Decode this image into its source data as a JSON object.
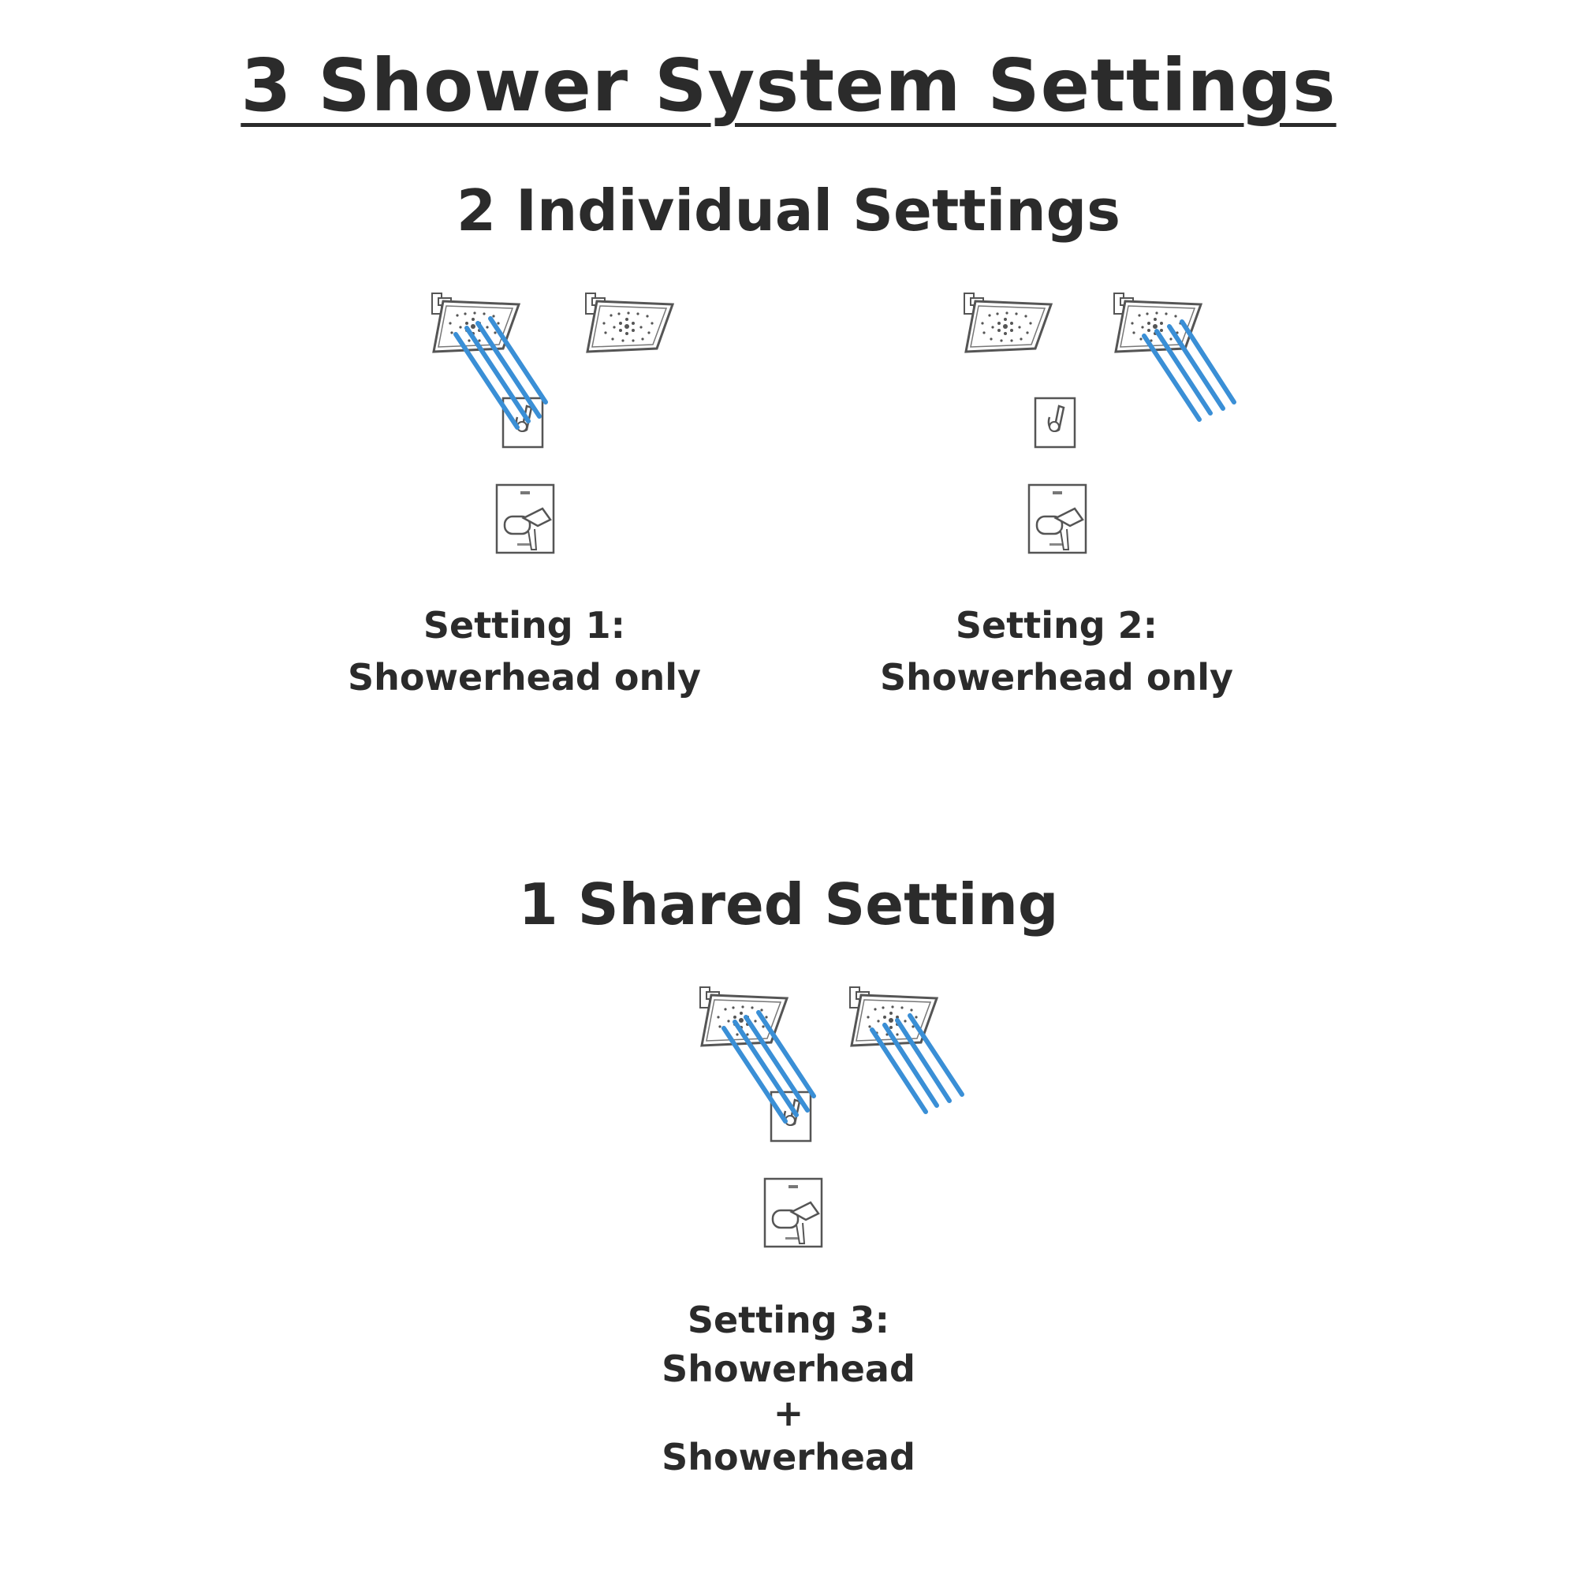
{
  "title": "3 Shower System Settings",
  "sections": {
    "individual": "2 Individual Settings",
    "shared": "1 Shared Setting"
  },
  "settings": [
    {
      "label": "Setting 1:",
      "desc": [
        "Showerhead only"
      ]
    },
    {
      "label": "Setting 2:",
      "desc": [
        "Showerhead only"
      ]
    },
    {
      "label": "Setting 3:",
      "desc": [
        "Showerhead",
        "+",
        "Showerhead"
      ]
    }
  ],
  "colors": {
    "text": "#2b2b2b",
    "spray": "#3a8fd6",
    "fixture": "#555555"
  },
  "icons": [
    "showerhead-icon",
    "diverter-valve-icon",
    "thermostatic-valve-icon",
    "water-spray-icon"
  ]
}
